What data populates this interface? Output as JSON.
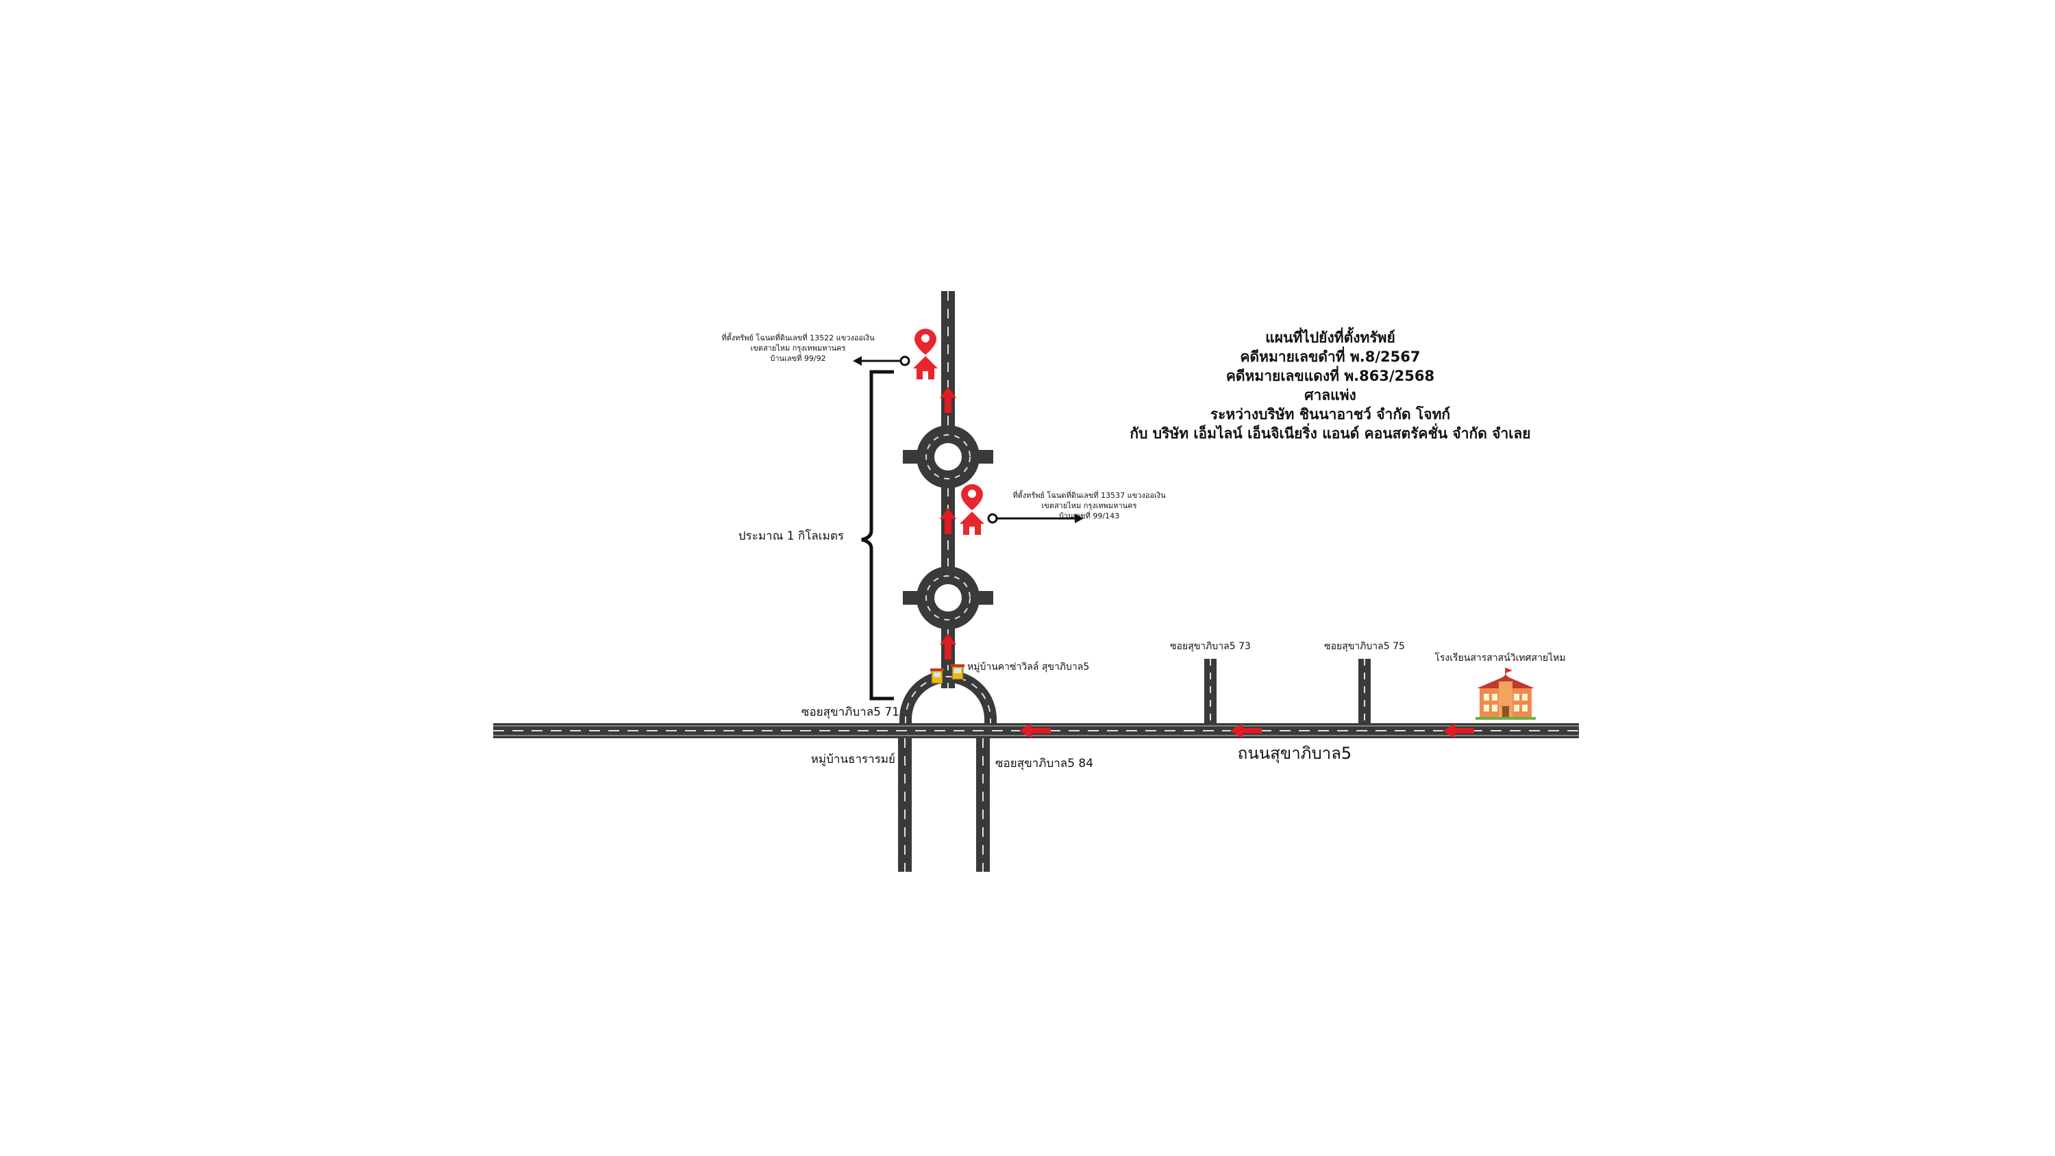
{
  "title_block": {
    "lines": [
      "แผนที่ไปยังที่ตั้งทรัพย์",
      "คดีหมายเลขดำที่ พ.8/2567",
      "คดีหมายเลขแดงที่ พ.863/2568",
      "ศาลแพ่ง",
      "ระหว่างบริษัท ชินนาอาชว์ จำกัด โจทก์",
      "กับ บริษัท เอ็มไลน์ เอ็นจิเนียริ่ง แอนด์ คอนสตรัคชั่น จำกัด จำเลย"
    ]
  },
  "property_1": {
    "line1": "ที่ตั้งทรัพย์ โฉนดที่ดินเลขที่ 13522 แขวงออเงิน",
    "line2": "เขตสายไหม กรุงเทพมหานคร",
    "line3": "บ้านเลขที่ 99/92",
    "icon": "house-pin-icon"
  },
  "property_2": {
    "line1": "ที่ตั้งทรัพย์ โฉนดที่ดินเลขที่ 13537 แขวงออเงิน",
    "line2": "เขตสายไหม กรุงเทพมหานคร",
    "line3": "บ้านเลขที่ 99/143",
    "icon": "house-pin-icon"
  },
  "distance_label": "ประมาณ 1 กิโลเมตร",
  "labels": {
    "village_gate": "หมู่บ้านคาซ่าวิลล์ สุขาภิบาล5",
    "soi_71": "ซอยสุขาภิบาล5 71",
    "soi_73": "ซอยสุขาภิบาล5 73",
    "soi_75": "ซอยสุขาภิบาล5 75",
    "soi_84": "ซอยสุขาภิบาล5 84",
    "village_tharam": "หมู่บ้านธารารมย์",
    "main_road": "ถนนสุขาภิบาล5",
    "school": "โรงเรียนสารสาสน์วิเทศสายไหม"
  },
  "colors": {
    "road": "#3a3a3a",
    "road_dash": "#d8d8d8",
    "arrow": "#e01b22",
    "pin": "#e8262d",
    "house": "#e8262d",
    "bracket": "#111111"
  },
  "icons": {
    "gate": "guardhouse-icon",
    "school": "school-building-icon"
  }
}
